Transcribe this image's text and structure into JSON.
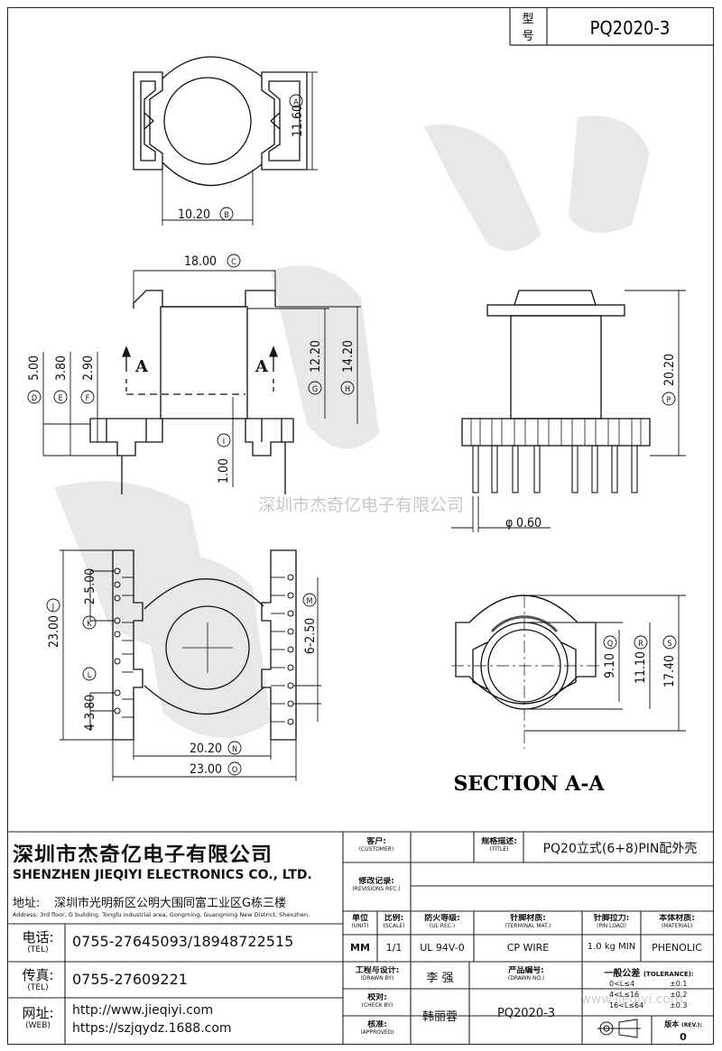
{
  "header": {
    "type_label_1": "型",
    "type_label_2": "号",
    "model": "PQ2020-3"
  },
  "dims": {
    "a": "11.60",
    "b": "10.20",
    "c": "18.00",
    "d": "5.00",
    "e": "3.80",
    "f": "2.90",
    "g": "12.20",
    "h": "14.20",
    "i": "1.00",
    "p": "20.20",
    "pin_dia": "0.60",
    "j": "23.00",
    "k": "2-5.00",
    "l": "4-3.80",
    "m": "6-2.50",
    "n": "20.20",
    "o": "23.00",
    "q": "9.10",
    "r": "11.10",
    "s": "17.40",
    "circle_a": "A",
    "circle_b": "B",
    "circle_c": "C",
    "circle_d": "D",
    "circle_e": "E",
    "circle_f": "F",
    "circle_g": "G",
    "circle_h": "H",
    "circle_i": "I",
    "circle_j": "J",
    "circle_k": "K",
    "circle_l": "L",
    "circle_m": "M",
    "circle_n": "N",
    "circle_o": "O",
    "circle_p": "P",
    "circle_q": "Q",
    "circle_r": "R",
    "circle_s": "S",
    "phi": "φ",
    "section_mark": "A",
    "section_title": "SECTION A-A"
  },
  "watermark": {
    "text": "深圳市杰奇亿电子有限公司",
    "url": "www.jieqiyi.com"
  },
  "company": {
    "name_cn": "深圳市杰奇亿电子有限公司",
    "name_en": "SHENZHEN JIEQIYI ELECTRONICS CO., LTD.",
    "addr_label": "地址:",
    "addr_cn": "深圳市光明新区公明大围同富工业区G栋三楼",
    "addr_en": "Address: 3rd floor, G building, Tongfu industrial area, Gongming, Guangming New District, Shenzhen.",
    "tel_label": "电话:",
    "tel_en": "(TEL)",
    "tel": "0755-27645093/18948722515",
    "fax_label": "传真:",
    "fax_en": "(TEL)",
    "fax": "0755-27609221",
    "web_label": "网址:",
    "web_en": "(WEB)",
    "web1": "http://www.jieqiyi.com",
    "web2": "https://szjqydz.1688.com"
  },
  "titleblock": {
    "customer_cn": "客户:",
    "customer_en": "(CUSTOMER)",
    "title_cn": "规格描述:",
    "title_en": "(TITLE)",
    "title_val": "PQ20立式(6+8)PIN配外壳",
    "rev_cn": "修改记录:",
    "rev_en": "(REVISIONS REC.)",
    "unit_cn": "单位",
    "unit_en": "(UNIT)",
    "unit_val": "MM",
    "scale_cn": "比例:",
    "scale_en": "(SCALE)",
    "scale_val": "1/1",
    "ul_cn": "防火等级:",
    "ul_en": "(UL REC.)",
    "ul_val": "UL 94V-0",
    "term_cn": "针脚材质:",
    "term_en": "(TERMINAL MAT.)",
    "term_val": "CP WIRE",
    "pinload_cn": "针脚拉力:",
    "pinload_en": "(PIN LOAD)",
    "pinload_val": "1.0 kg MIN",
    "mat_cn": "本体材质:",
    "mat_en": "(MATERIAL)",
    "mat_val": "PHENOLIC",
    "drawn_cn": "工程与设计:",
    "drawn_en": "(DRAWN BY)",
    "drawn_val": "李 强",
    "part_cn": "产品编号:",
    "part_en": "(DRAWN NO.)",
    "part_val": "PQ2020-3",
    "tol_cn": "一般公差",
    "tol_en": "(TOLERANCE):",
    "tol1_range": "0<L≤4",
    "tol1_val": "±0.1",
    "tol2_range": "4<L≤16",
    "tol2_val": "±0.2",
    "tol3_range": "16<L≤64",
    "tol3_val": "±0.3",
    "check_cn": "校对:",
    "check_en": "(CHECK BY)",
    "check_val": "韩丽蓉",
    "appr_cn": "核准:",
    "appr_en": "(APPROVED)",
    "ver_cn": "版本",
    "ver_en": "(REV.):",
    "ver_val": "0"
  }
}
